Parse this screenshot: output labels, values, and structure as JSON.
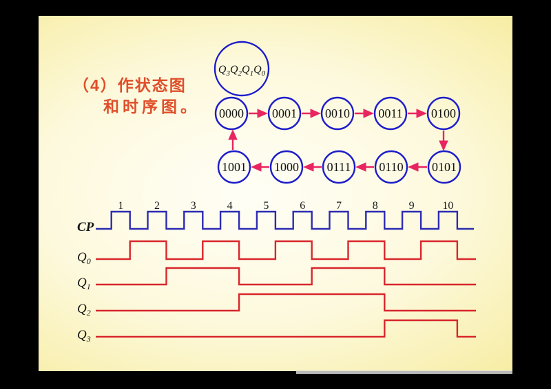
{
  "slide": {
    "title": {
      "line1": "（4）作状态图",
      "line2": "和时序图。",
      "color": "#df4f2b"
    }
  },
  "state_diagram": {
    "register_label": {
      "var": "Q",
      "subscripts": [
        "3",
        "2",
        "1",
        "0"
      ]
    },
    "top_row_states": [
      "0000",
      "0001",
      "0010",
      "0011",
      "0100"
    ],
    "bottom_row_states": [
      "1001",
      "1000",
      "0111",
      "0110",
      "0101"
    ],
    "colors": {
      "circle": "#1c1ccb",
      "arrow": "#e82560",
      "text": "#141414"
    }
  },
  "timing_diagram": {
    "clock": {
      "label": "CP",
      "pulse_numbers": [
        "1",
        "2",
        "3",
        "4",
        "5",
        "6",
        "7",
        "8",
        "9",
        "10"
      ],
      "color": "#2b2bb2"
    },
    "signals": [
      {
        "var": "Q",
        "sub": "0",
        "high_intervals": [
          [
            1,
            2
          ],
          [
            3,
            4
          ],
          [
            5,
            6
          ],
          [
            7,
            8
          ],
          [
            9,
            10
          ]
        ]
      },
      {
        "var": "Q",
        "sub": "1",
        "high_intervals": [
          [
            2,
            4
          ],
          [
            6,
            8
          ]
        ]
      },
      {
        "var": "Q",
        "sub": "2",
        "high_intervals": [
          [
            4,
            8
          ]
        ]
      },
      {
        "var": "Q",
        "sub": "3",
        "high_intervals": [
          [
            8,
            10
          ]
        ]
      }
    ],
    "signal_color": "#d8262c",
    "label_color": "#141414"
  }
}
